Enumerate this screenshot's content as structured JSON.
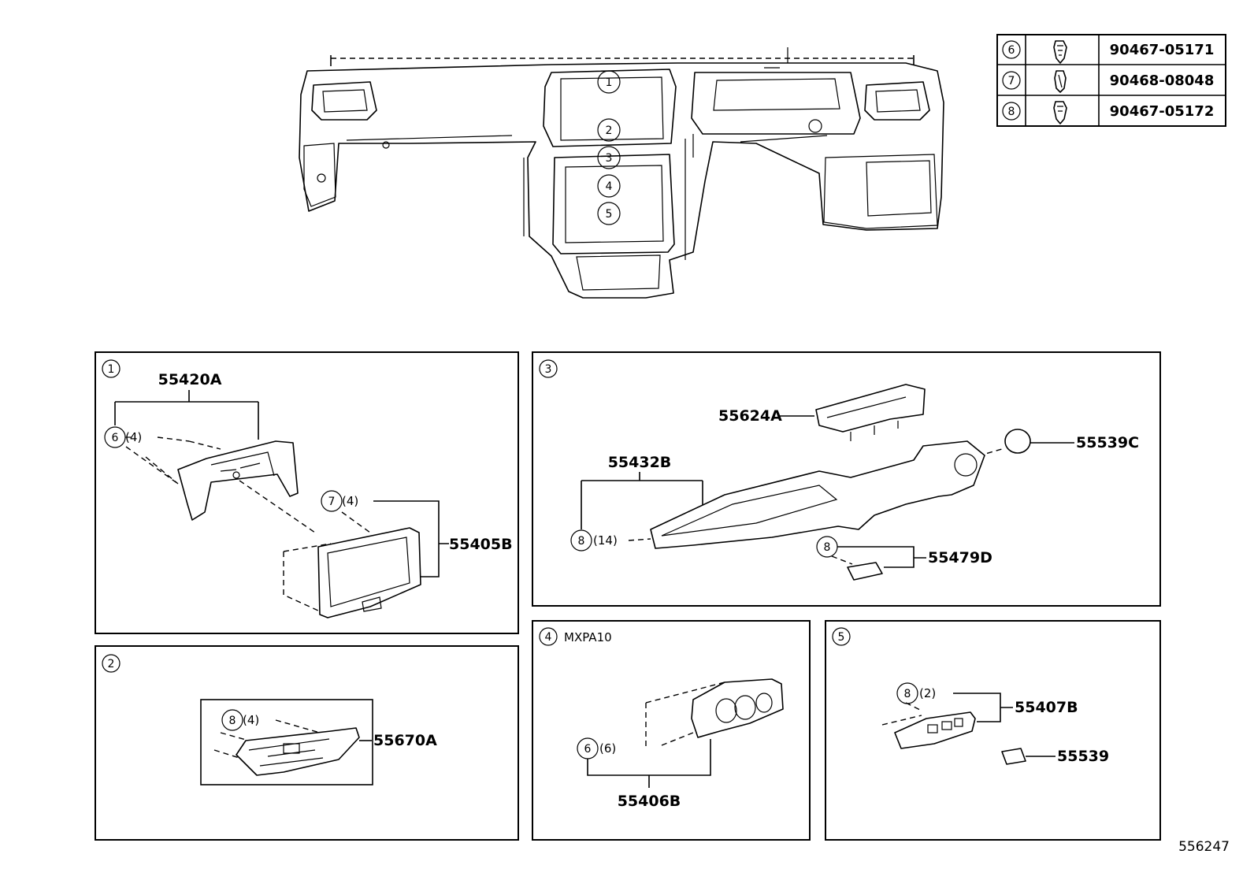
{
  "fastener_table": [
    {
      "num": "6",
      "icon": "clip-icon",
      "part": "90467-05171"
    },
    {
      "num": "7",
      "icon": "clip-icon",
      "part": "90468-08048"
    },
    {
      "num": "8",
      "icon": "clip-icon",
      "part": "90467-05172"
    }
  ],
  "overview_callouts": [
    "1",
    "2",
    "3",
    "4",
    "5"
  ],
  "panels": {
    "p1": {
      "num": "1",
      "parts": [
        "55420A",
        "55405B"
      ],
      "qty": [
        "(4)",
        "(4)"
      ],
      "clips": [
        "6",
        "7"
      ]
    },
    "p2": {
      "num": "2",
      "parts": [
        "55670A"
      ],
      "qty": [
        "(4)"
      ],
      "clips": [
        "8"
      ]
    },
    "p3": {
      "num": "3",
      "parts": [
        "55624A",
        "55539C",
        "55432B",
        "55479D"
      ],
      "qty": [
        "(14)"
      ],
      "clips": [
        "8",
        "8"
      ]
    },
    "p4": {
      "num": "4",
      "label": "MXPA10",
      "parts": [
        "55406B"
      ],
      "qty": [
        "(6)"
      ],
      "clips": [
        "6"
      ]
    },
    "p5": {
      "num": "5",
      "parts": [
        "55407B",
        "55539"
      ],
      "qty": [
        "(2)"
      ],
      "clips": [
        "8"
      ]
    }
  },
  "illustration_id": "556247"
}
